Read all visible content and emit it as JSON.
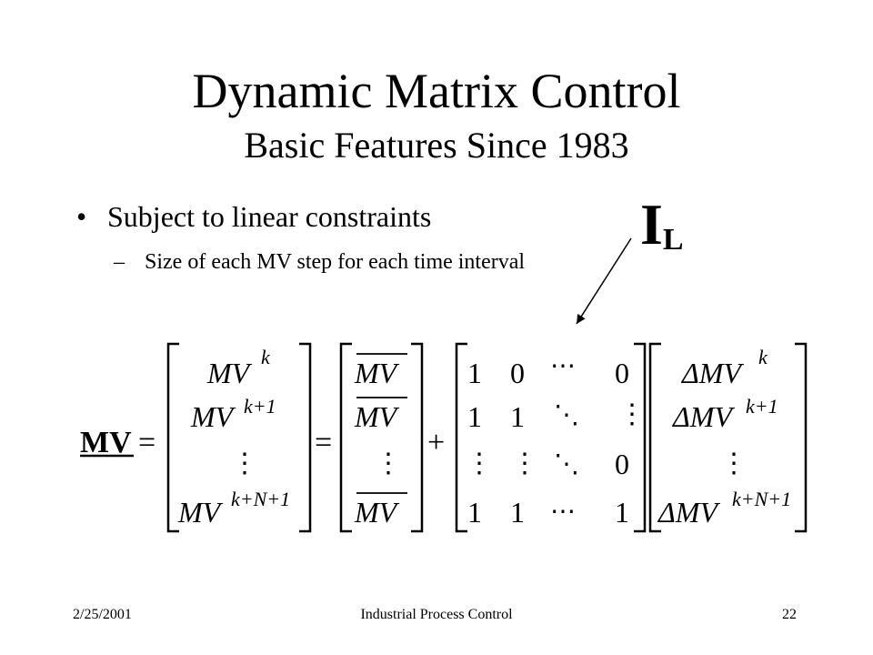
{
  "slide": {
    "title": "Dynamic Matrix Control",
    "subtitle": "Basic Features Since 1983",
    "bullets": [
      {
        "text": "Subject to linear constraints",
        "sub": [
          "Size of each MV step for each time interval"
        ]
      }
    ],
    "callout": {
      "base": "I",
      "sub": "L"
    }
  },
  "equation": {
    "lhs": "MV",
    "equals": "=",
    "plus": "+",
    "mv_vector": [
      "MV",
      "MV",
      "⋮",
      "MV"
    ],
    "mv_superscripts": [
      "k",
      "k+1",
      "",
      "k+N+1"
    ],
    "bar_vector": [
      "MV",
      "MV",
      "⋮",
      "MV"
    ],
    "il_matrix": [
      [
        "1",
        "0",
        "⋯",
        "0"
      ],
      [
        "1",
        "1",
        "⋱",
        "⋮"
      ],
      [
        "⋮",
        "⋮",
        "⋱",
        "0"
      ],
      [
        "1",
        "1",
        "⋯",
        "1"
      ]
    ],
    "delta_vector": [
      "ΔMV",
      "ΔMV",
      "⋮",
      "ΔMV"
    ],
    "delta_superscripts": [
      "k",
      "k+1",
      "",
      "k+N+1"
    ]
  },
  "footer": {
    "date": "2/25/2001",
    "center": "Industrial Process Control",
    "page": "22"
  }
}
